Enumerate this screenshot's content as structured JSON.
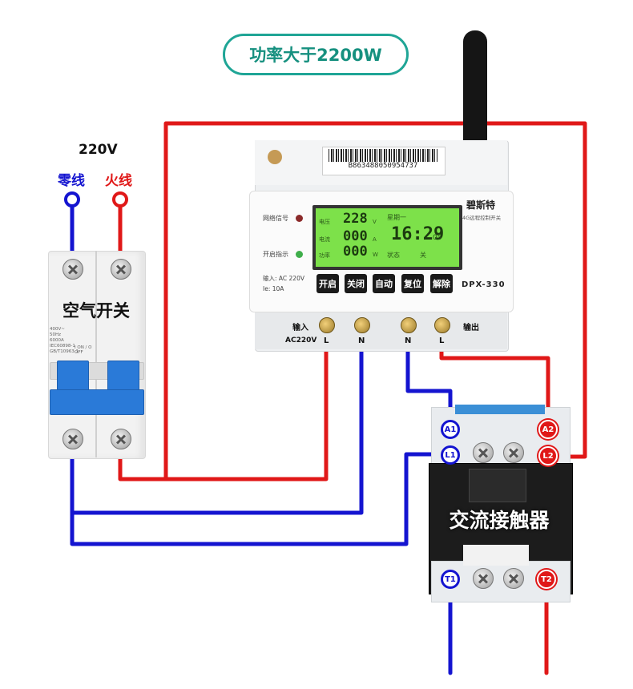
{
  "title": "功率大于2200W",
  "supply": {
    "voltage": "220V",
    "neutral_label": "零线",
    "live_label": "火线"
  },
  "breaker": {
    "label": "空气开关",
    "spec_lines": [
      "400V~",
      "50Hz",
      "6000A",
      "IEC60898-1",
      "GB/T10963.1"
    ],
    "switch_text": "I ON / O OFF"
  },
  "controller": {
    "barcode": "B863488050954737",
    "brand": "碧斯特",
    "subtitle": "4G远程控制开关",
    "model": "DPX-330",
    "indicators": {
      "signal": "网络信号",
      "power": "开启指示"
    },
    "input_rating": "输入: AC 220V",
    "current_rating": "Ie: 10A",
    "lcd": {
      "voltage": "228",
      "voltage_unit": "V",
      "current": "000",
      "current_unit": "A",
      "power": "000",
      "power_unit": "W",
      "day": "星期一",
      "time": "16:29",
      "seconds": "05",
      "status_label": "状态",
      "status_value": "关",
      "row1_label": "电压",
      "row2_label": "电流",
      "row3_label": "功率"
    },
    "buttons": [
      "开启",
      "关闭",
      "自动",
      "复位",
      "解除"
    ],
    "terminals": {
      "input_label": "输入",
      "output_label": "输出",
      "ac_label": "AC220V",
      "labels": [
        "L",
        "N",
        "N",
        "L"
      ]
    }
  },
  "contactor": {
    "label": "交流接触器",
    "terminals": {
      "a1": "A1",
      "a2": "A2",
      "l1": "L1",
      "l2": "L2",
      "t1": "T1",
      "t2": "T2"
    }
  },
  "colors": {
    "live": "#e01818",
    "neutral": "#1414d0",
    "accent": "#1fa596"
  }
}
